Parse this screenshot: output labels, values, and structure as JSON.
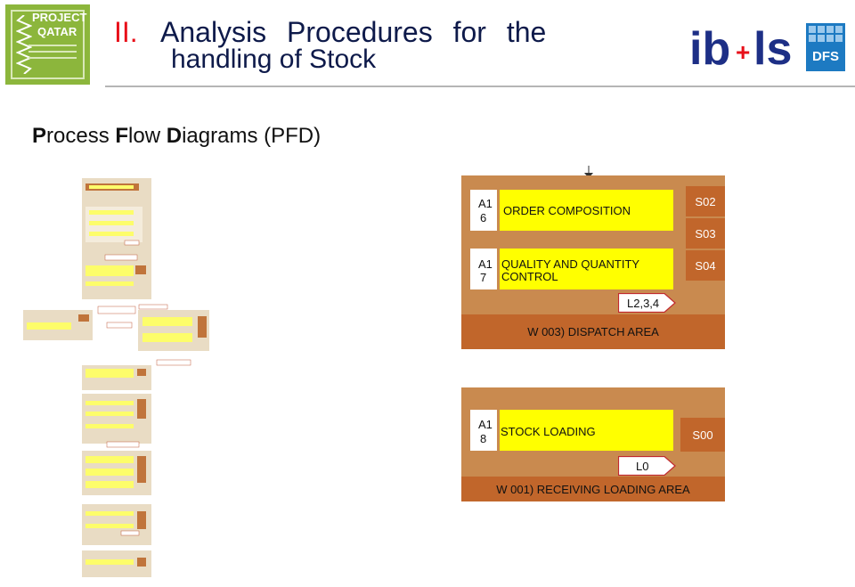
{
  "header": {
    "logo_line1": "PROJECT",
    "logo_line2": "QATAR",
    "title_number": "II.",
    "title_line1": "Analysis Procedures for the",
    "title_line2": "handling of Stock",
    "subtitle": "Process Flow Diagrams (PFD)",
    "subtitle_parts": [
      {
        "bold": "P",
        "rest": "rocess "
      },
      {
        "bold": "F",
        "rest": "low "
      },
      {
        "bold": "D",
        "rest": "iagrams (PFD)"
      }
    ],
    "logo_right_dfs": "DFS"
  },
  "dispatch": {
    "order_code_top": "A1",
    "order_code_bottom": "6",
    "order_label": "ORDER COMPOSITION",
    "s_top": "S02",
    "s_bottom": "S03",
    "quality_code_top": "A1",
    "quality_code_bottom": "7",
    "quality_label_line1": "QUALITY AND QUANTITY",
    "quality_label_line2": "CONTROL",
    "s_quality": "S04",
    "location": "L2,3,4",
    "area": "W 003) DISPATCH AREA"
  },
  "receiving": {
    "code_top": "A1",
    "code_bottom": "8",
    "label": "STOCK LOADING",
    "s_code": "S00",
    "location": "L0",
    "area": "W 001) RECEIVING LOADING AREA"
  },
  "colors": {
    "brand_green": "#8cb63c",
    "title_red": "#e8101a",
    "title_navy": "#0e1a4a",
    "panel_brown": "#c98a4f",
    "dark_orange": "#c1662b",
    "yellow": "#ffff00"
  }
}
